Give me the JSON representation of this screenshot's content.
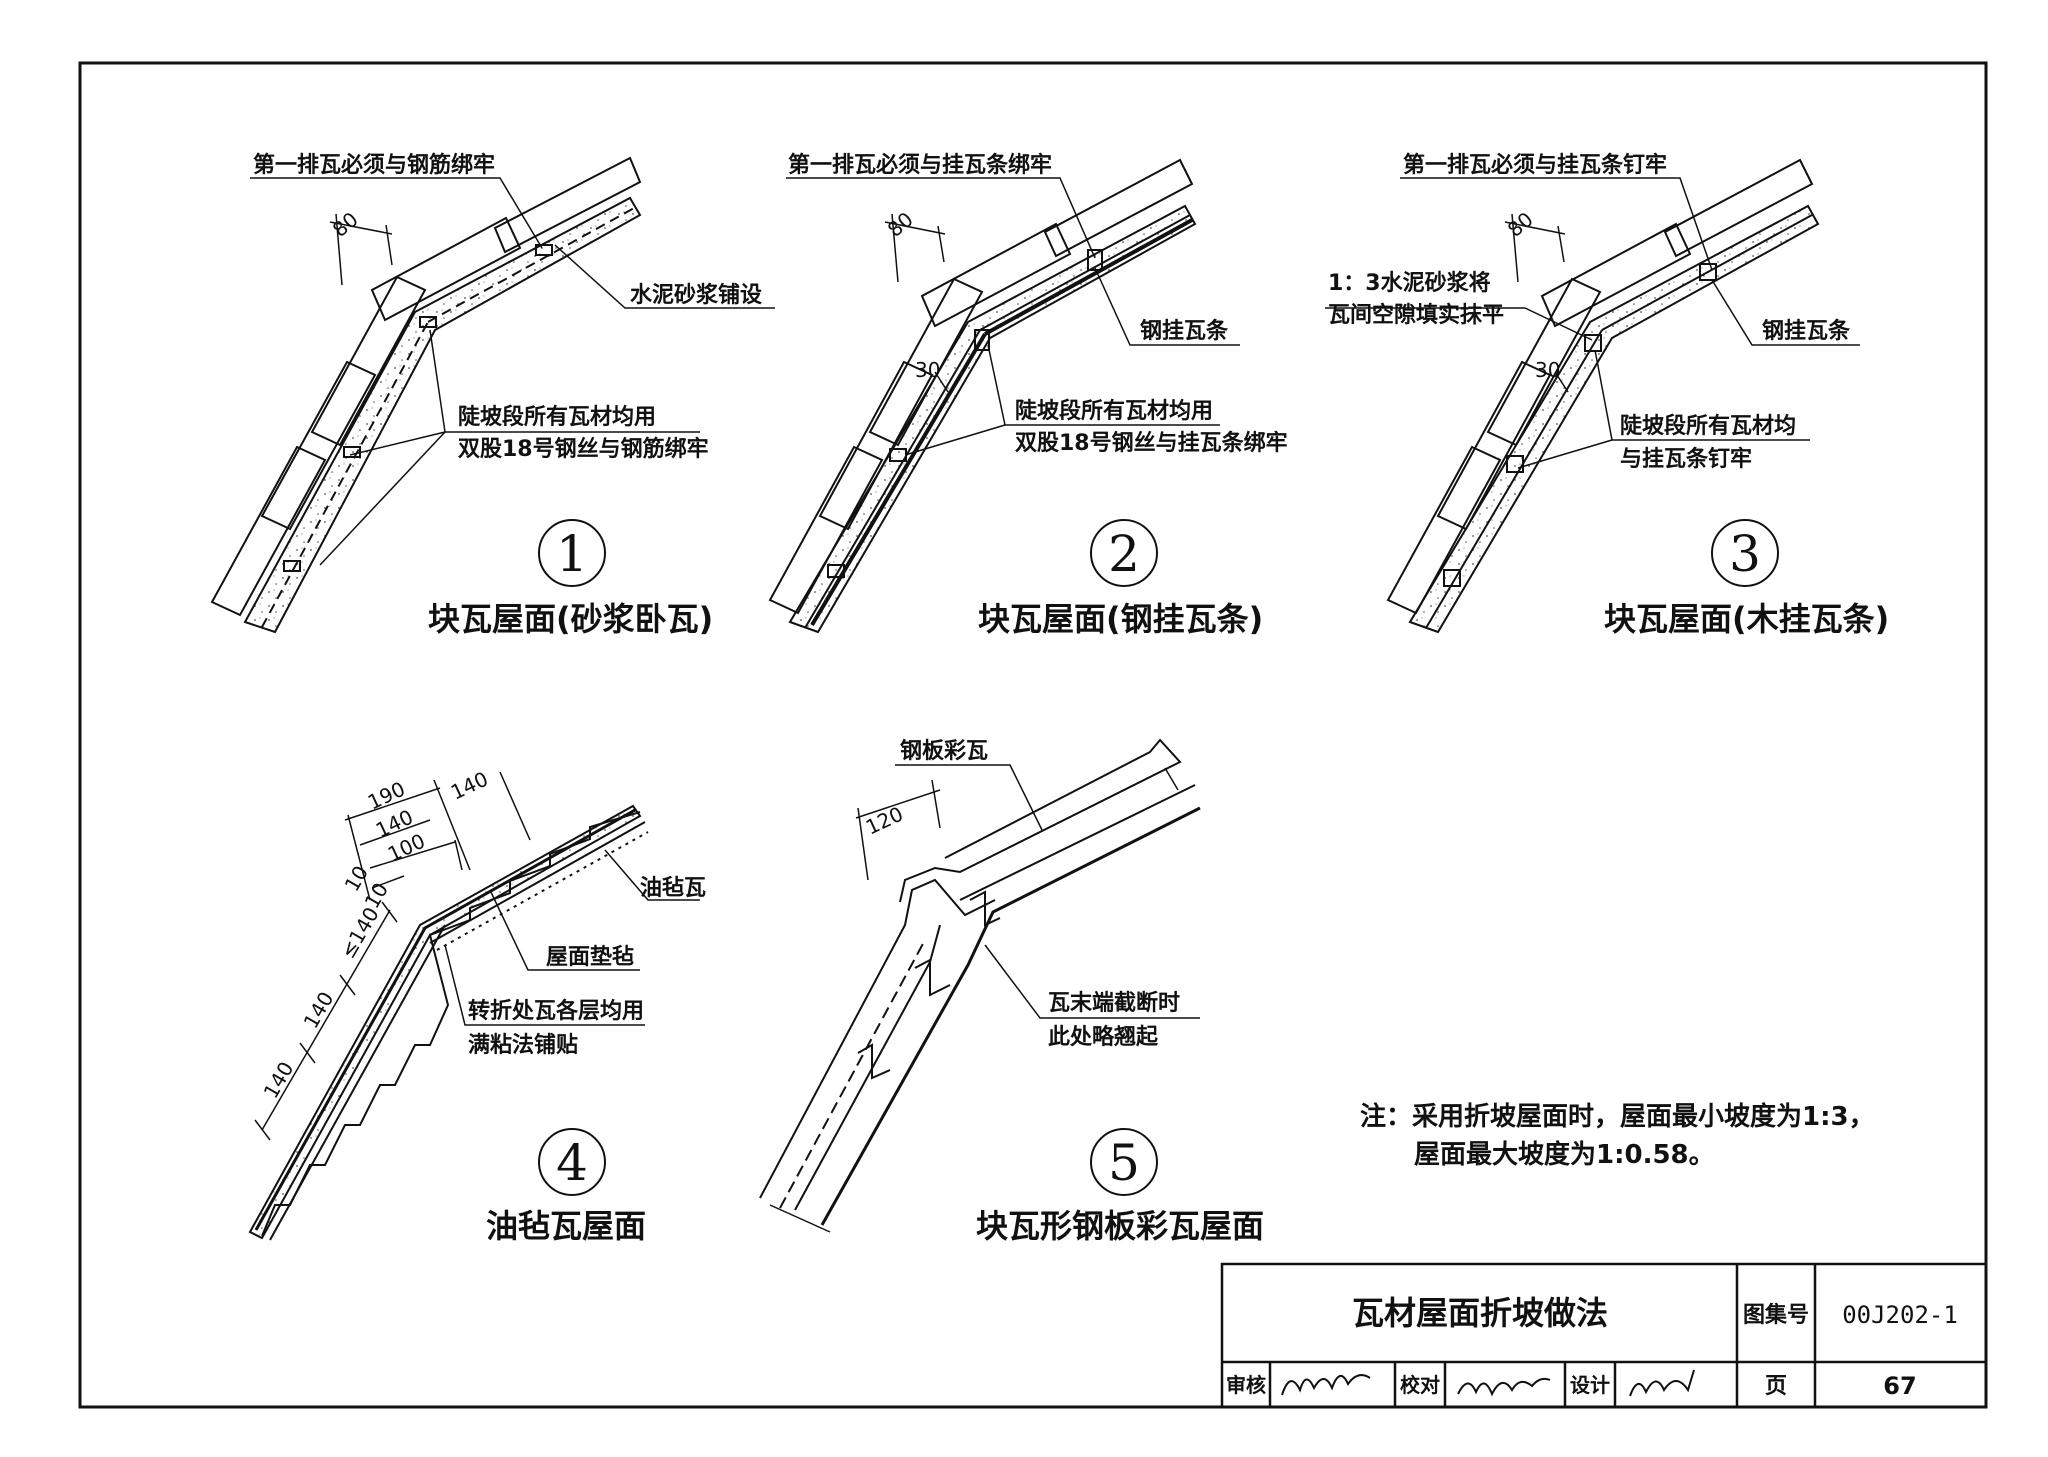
{
  "details": [
    {
      "number": "1",
      "title": "块瓦屋面(砂浆卧瓦)",
      "notes": [
        "第一排瓦必须与钢筋绑牢",
        "水泥砂浆铺设",
        "陡坡段所有瓦材均用",
        "双股18号钢丝与钢筋绑牢"
      ],
      "dims": [
        "80"
      ]
    },
    {
      "number": "2",
      "title": "块瓦屋面(钢挂瓦条)",
      "notes": [
        "第一排瓦必须与挂瓦条绑牢",
        "钢挂瓦条",
        "陡坡段所有瓦材均用",
        "双股18号钢丝与挂瓦条绑牢"
      ],
      "dims": [
        "80",
        "30"
      ]
    },
    {
      "number": "3",
      "title": "块瓦屋面(木挂瓦条)",
      "notes": [
        "第一排瓦必须与挂瓦条钉牢",
        "1：3水泥砂浆将",
        "瓦间空隙填实抹平",
        "钢挂瓦条",
        "陡坡段所有瓦材均",
        "与挂瓦条钉牢"
      ],
      "dims": [
        "80",
        "30"
      ]
    },
    {
      "number": "4",
      "title": "油毡瓦屋面",
      "notes": [
        "油毡瓦",
        "屋面垫毡",
        "转折处瓦各层均用",
        "满粘法铺贴"
      ],
      "dims": [
        "190",
        "140",
        "140",
        "100",
        "10",
        "10",
        "≤140",
        "140",
        "140"
      ]
    },
    {
      "number": "5",
      "title": "块瓦形钢板彩瓦屋面",
      "notes": [
        "钢板彩瓦",
        "瓦末端截断时",
        "此处略翘起"
      ],
      "dims": [
        "120"
      ]
    }
  ],
  "general_note": {
    "line1": "注：采用折坡屋面时，屋面最小坡度为1:3，",
    "line2": "屋面最大坡度为1:0.58。"
  },
  "title_block": {
    "title": "瓦材屋面折坡做法",
    "atlas_label": "图集号",
    "atlas_no": "00J202-1",
    "review_label": "审核",
    "check_label": "校对",
    "design_label": "设计",
    "page_label": "页",
    "page_no": "67"
  }
}
